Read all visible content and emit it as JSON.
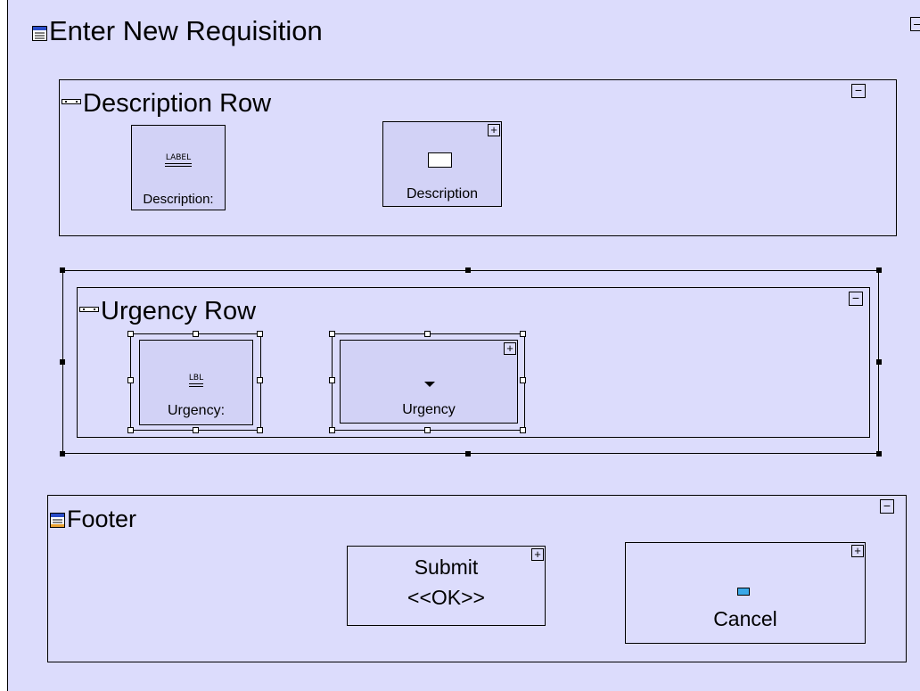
{
  "form": {
    "title": "Enter New Requisition",
    "collapse_symbol": "−",
    "expand_symbol": "+"
  },
  "description_row": {
    "title": "Description Row",
    "label_widget": {
      "icon_text": "LABEL",
      "caption": "Description:"
    },
    "field_widget": {
      "caption": "Description"
    }
  },
  "urgency_row": {
    "title": "Urgency Row",
    "label_widget": {
      "icon_text": "LBL",
      "caption": "Urgency:"
    },
    "dropdown_widget": {
      "caption": "Urgency"
    }
  },
  "footer": {
    "title": "Footer",
    "submit_button": {
      "line1": "Submit",
      "line2": "<<OK>>"
    },
    "cancel_button": {
      "caption": "Cancel"
    }
  },
  "colors": {
    "canvas": "#dcdcfc",
    "widget": "#d2d2f6",
    "button_icon": "#3aa8e8"
  }
}
